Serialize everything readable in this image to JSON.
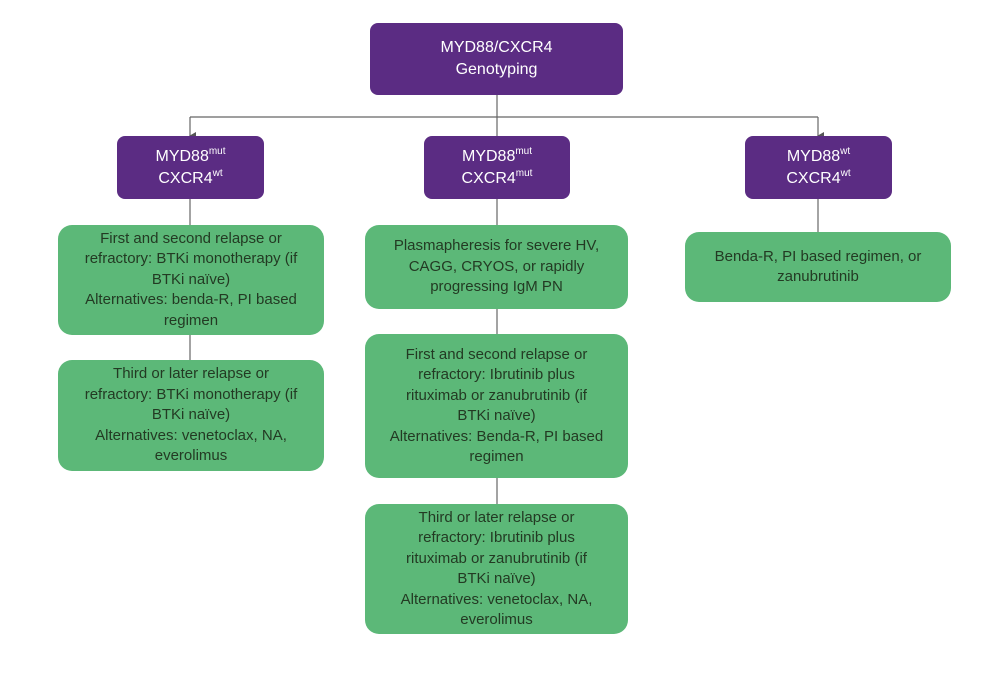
{
  "root": {
    "line1": "MYD88/CXCR4",
    "line2": "Genotyping"
  },
  "branches": [
    {
      "header": {
        "gene1": "MYD88",
        "sup1": "mut",
        "gene2": "CXCR4",
        "sup2": "wt"
      },
      "boxes": [
        [
          "First and second relapse or",
          "refractory: BTKi monotherapy (if",
          "BTKi naïve)",
          "Alternatives: benda-R, PI based",
          "regimen"
        ],
        [
          "Third or later relapse or",
          "refractory: BTKi monotherapy (if",
          "BTKi naïve)",
          "Alternatives: venetoclax, NA,",
          "everolimus"
        ]
      ]
    },
    {
      "header": {
        "gene1": "MYD88",
        "sup1": "mut",
        "gene2": "CXCR4",
        "sup2": "mut"
      },
      "boxes": [
        [
          "Plasmapheresis for severe HV,",
          "CAGG, CRYOS, or rapidly",
          "progressing IgM PN"
        ],
        [
          "First and second relapse or",
          "refractory: Ibrutinib plus",
          "rituximab or zanubrutinib (if",
          "BTKi naïve)",
          "Alternatives: Benda-R, PI based",
          "regimen"
        ],
        [
          "Third or later relapse or",
          "refractory: Ibrutinib plus",
          "rituximab or zanubrutinib (if",
          "BTKi naïve)",
          "Alternatives: venetoclax, NA,",
          "everolimus"
        ]
      ]
    },
    {
      "header": {
        "gene1": "MYD88",
        "sup1": "wt",
        "gene2": "CXCR4",
        "sup2": "wt"
      },
      "boxes": [
        [
          "Benda-R, PI based regimen, or",
          "zanubrutinib"
        ]
      ]
    }
  ],
  "colors": {
    "header_fill": "#5b2c83",
    "box_fill": "#5cb878",
    "connector": "#555555"
  }
}
